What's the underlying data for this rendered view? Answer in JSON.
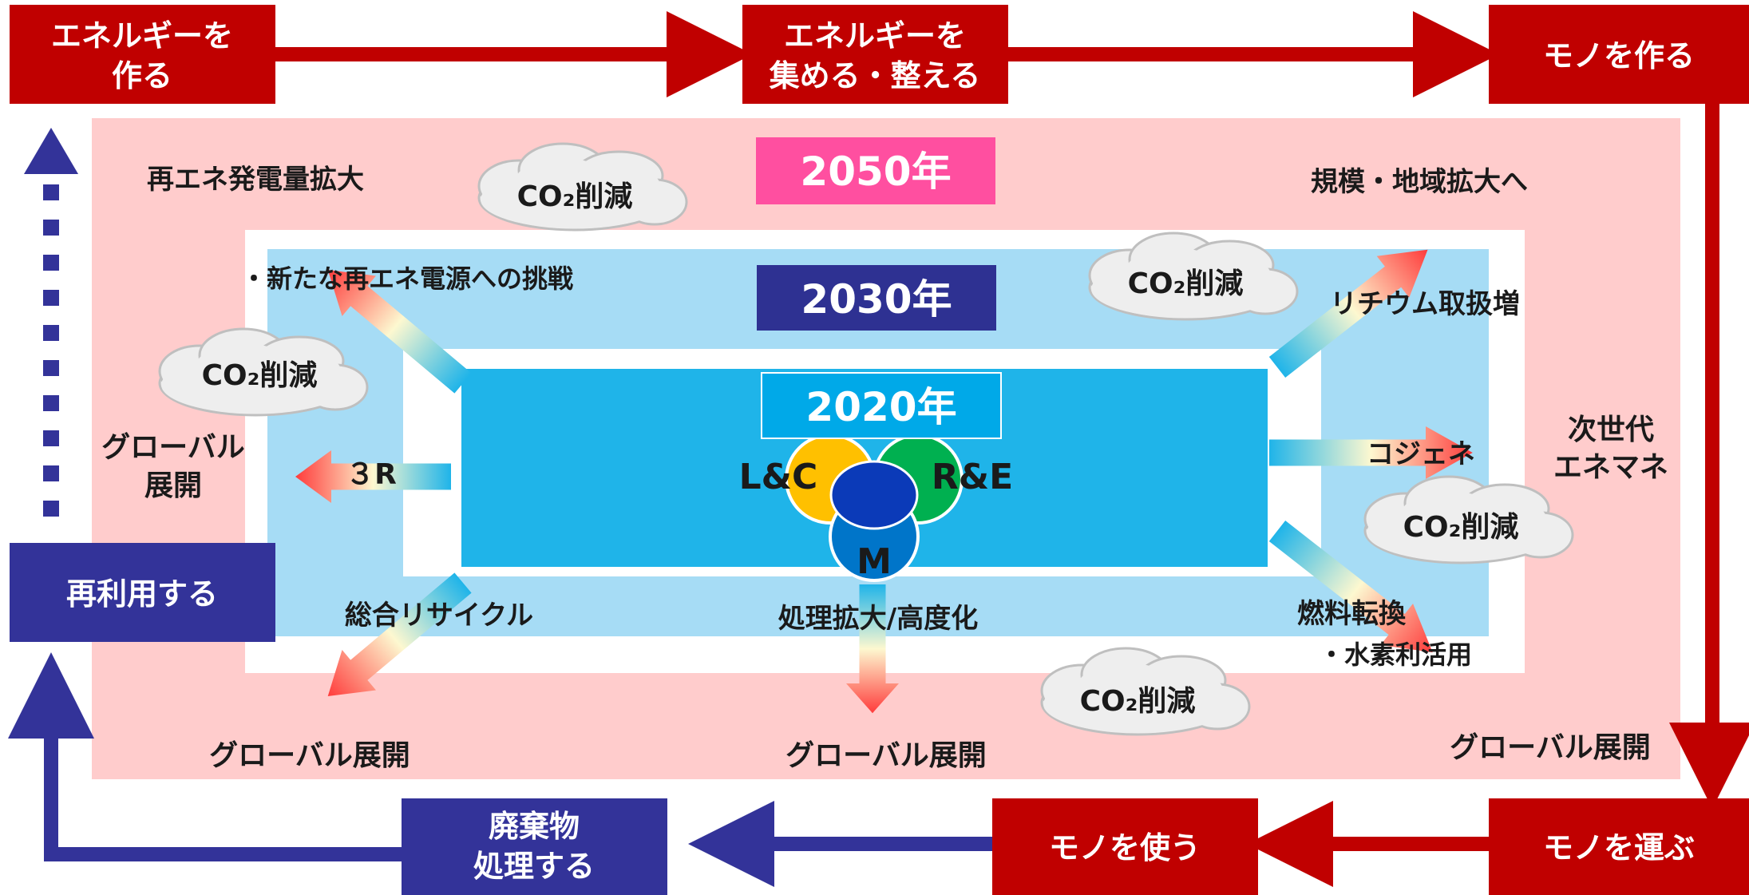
{
  "colors": {
    "red": "#c00000",
    "navy": "#333399",
    "pink_zone": "#ffcccc",
    "light_blue_zone": "#a6dcf5",
    "blue_zone": "#1fb4e9",
    "year_2050_bg": "#ff4fa0",
    "year_2030_bg": "#2e3192",
    "year_2020_bg": "#00a9e8",
    "circle_lc": "#ffc000",
    "circle_re": "#00b050",
    "circle_m": "#0075c9",
    "circle_center": "#0b3ab8"
  },
  "cycle": {
    "make_energy": [
      "エネルギーを",
      "作る"
    ],
    "collect_energy": [
      "エネルギーを",
      "集める・整える"
    ],
    "make_things": "モノを作る",
    "carry_things": "モノを運ぶ",
    "use_things": "モノを使う",
    "waste": [
      "廃棄物",
      "処理する"
    ],
    "reuse": "再利用する"
  },
  "years": {
    "y2050": "2050年",
    "y2030": "2030年",
    "y2020": "2020年"
  },
  "core": {
    "lc": "L&C",
    "re": "R&E",
    "m": "M"
  },
  "labels": {
    "renewable_expand": "再エネ発電量拡大",
    "new_renewable": "・新たな再エネ電源への挑戦",
    "scale_expand": "規模・地域拡大へ",
    "lithium": "リチウム取扱増",
    "cogen": "コジェネ",
    "next_gen": [
      "次世代",
      "エネマネ"
    ],
    "three_r": "３R",
    "global_left": [
      "グローバル",
      "展開"
    ],
    "recycle": "総合リサイクル",
    "processing": "処理拡大/高度化",
    "fuel": "燃料転換",
    "hydrogen": "・水素利活用",
    "global_bottom_left": "グローバル展開",
    "global_bottom_center": "グローバル展開",
    "global_bottom_right": "グローバル展開"
  },
  "co2": "CO₂削減"
}
